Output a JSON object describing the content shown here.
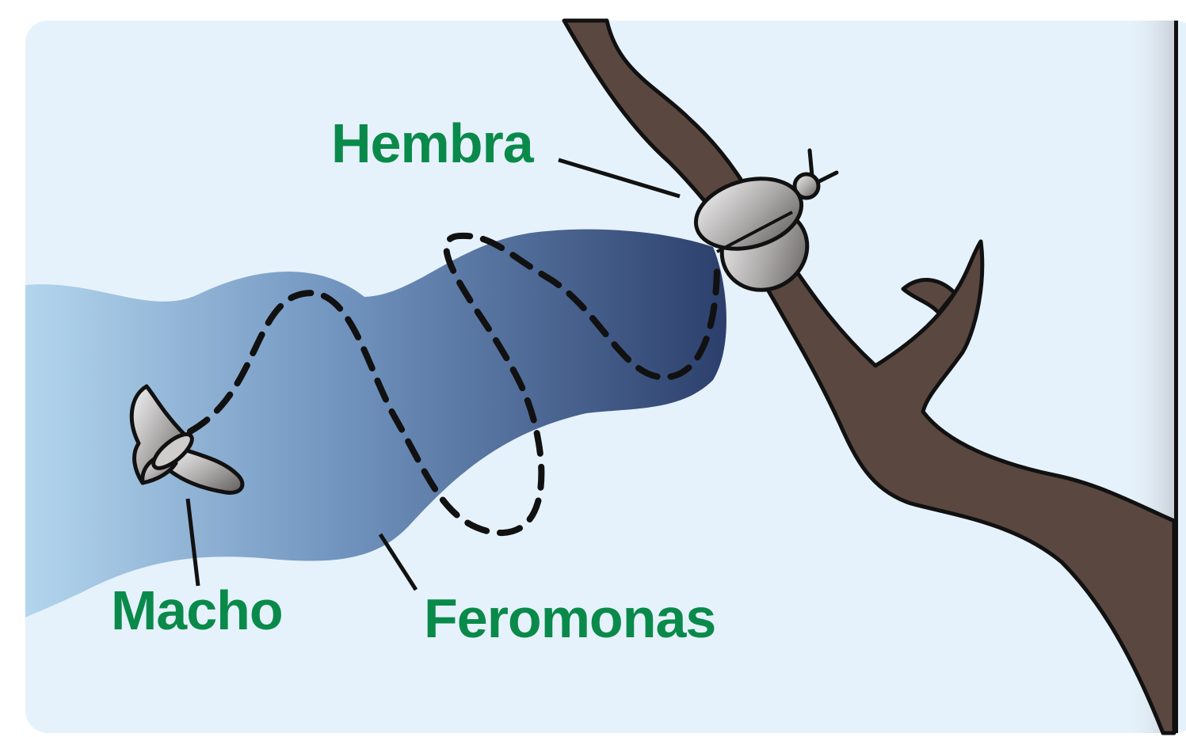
{
  "colors": {
    "panel_bg": "#e6f2fb",
    "label_green": "#0a8a4a",
    "branch_brown": "#5a4840",
    "outline": "#111111",
    "pheromone_light": "#b3d6ee",
    "pheromone_dark": "#2c3f6c"
  },
  "labels": {
    "female": "Hembra",
    "male": "Macho",
    "pheromones": "Feromonas"
  },
  "icons": {
    "female_moth": "moth-resting-icon",
    "male_moth": "moth-flying-icon",
    "branch": "tree-branch-icon"
  }
}
